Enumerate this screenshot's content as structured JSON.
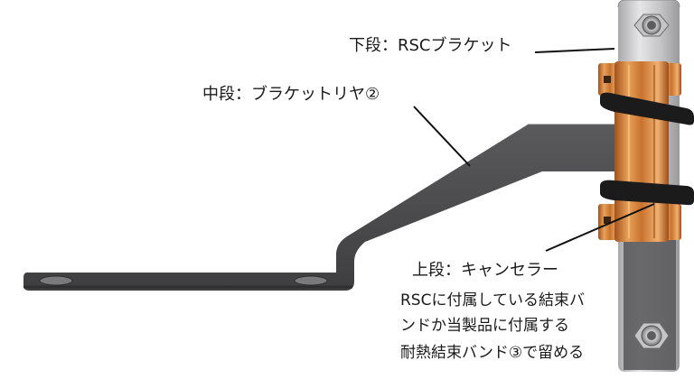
{
  "labels": {
    "lower": "下段：RSCブラケット",
    "middle": "中段：ブラケットリヤ②",
    "upper_title": "上段：キャンセラー",
    "upper_notes": [
      "RSCに付属している結束バ",
      "ンドか当製品に付属する",
      "耐熱結束バンド③で留める"
    ]
  },
  "colors": {
    "bracket_dark": "#4a4a4c",
    "bracket_silver": "#c9c9cb",
    "resistor_copper": "#c8732e",
    "zip_tie": "#1b1b1b",
    "leader_line": "#111111"
  }
}
